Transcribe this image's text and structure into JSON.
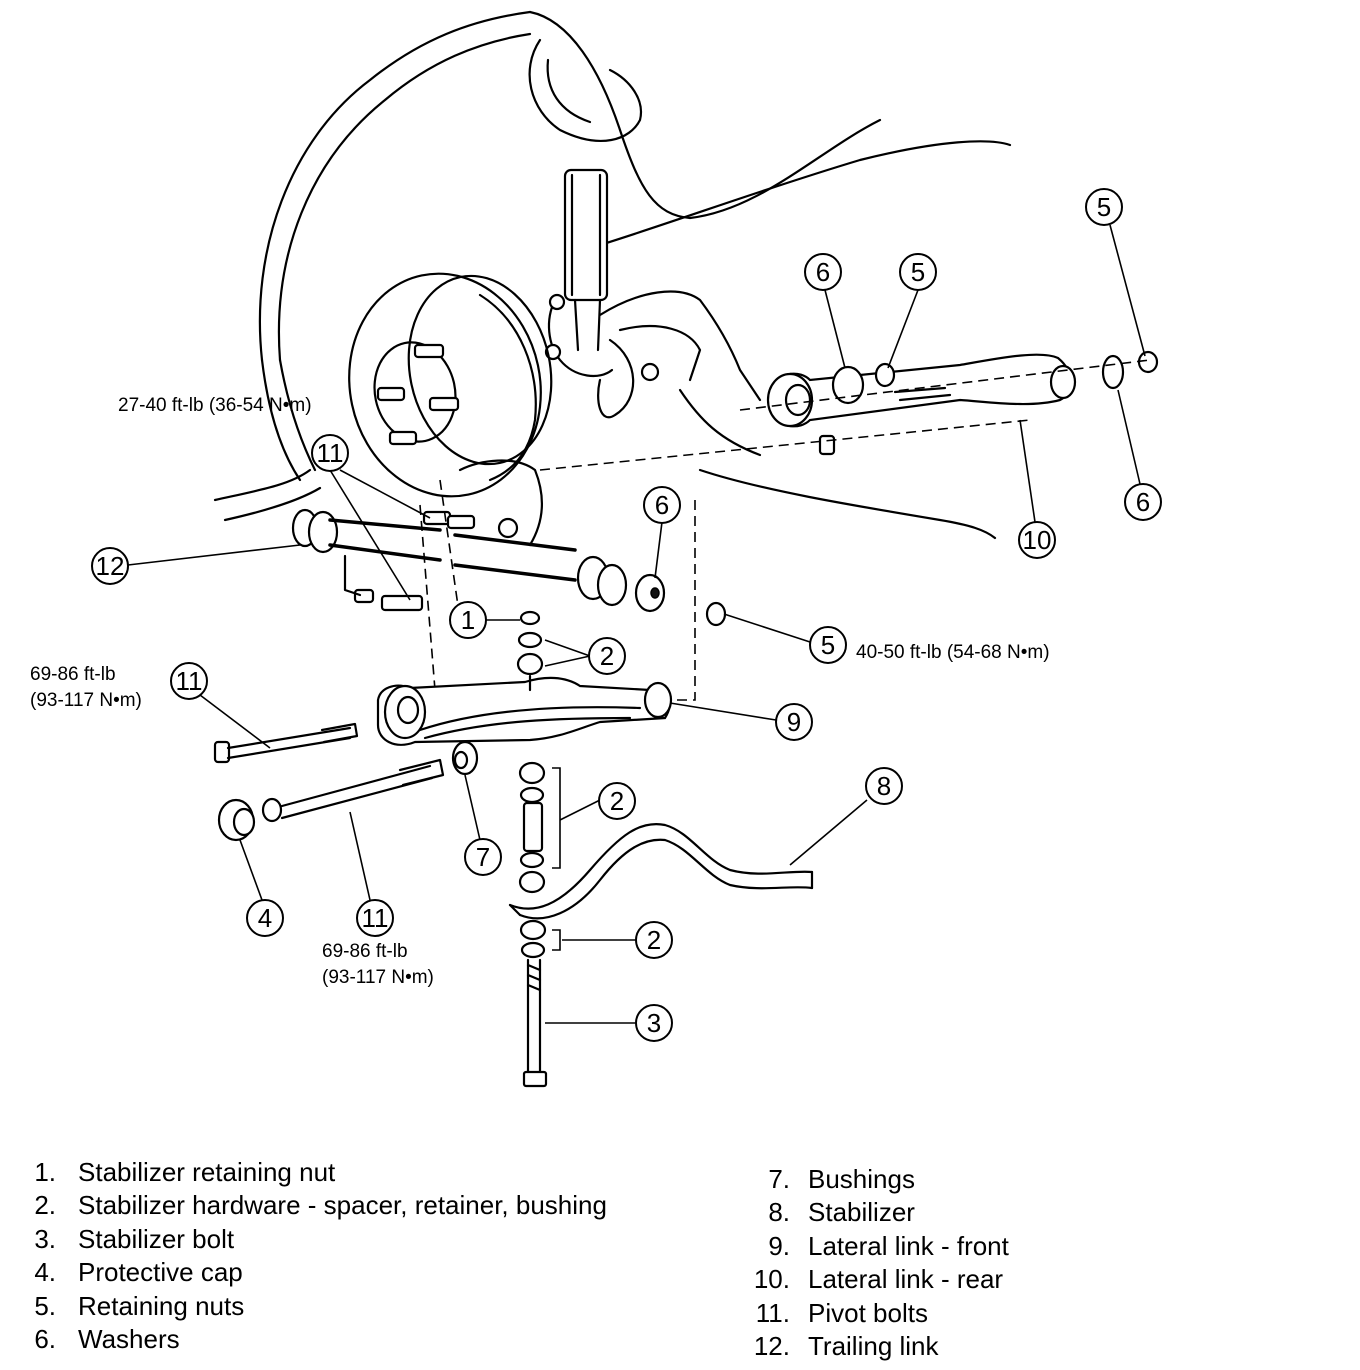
{
  "torque_specs": {
    "strut_bolts": "27-40 ft-lb (36-54 N•m)",
    "rear_nut": "40-50 ft-lb (54-68 N•m)",
    "pivot_upper_line1": "69-86 ft-lb",
    "pivot_upper_line2": "(93-117 N•m)",
    "pivot_lower_line1": "69-86 ft-lb",
    "pivot_lower_line2": "(93-117 N•m)"
  },
  "callouts": [
    {
      "id": "c-5-top",
      "num": "5"
    },
    {
      "id": "c-6-upper",
      "num": "6"
    },
    {
      "id": "c-5-upper",
      "num": "5"
    },
    {
      "id": "c-6-right",
      "num": "6"
    },
    {
      "id": "c-10",
      "num": "10"
    },
    {
      "id": "c-11-upper",
      "num": "11"
    },
    {
      "id": "c-12",
      "num": "12"
    },
    {
      "id": "c-6-mid",
      "num": "6"
    },
    {
      "id": "c-1",
      "num": "1"
    },
    {
      "id": "c-2-a",
      "num": "2"
    },
    {
      "id": "c-5-mid",
      "num": "5"
    },
    {
      "id": "c-11-left",
      "num": "11"
    },
    {
      "id": "c-9",
      "num": "9"
    },
    {
      "id": "c-8",
      "num": "8"
    },
    {
      "id": "c-2-b",
      "num": "2"
    },
    {
      "id": "c-7",
      "num": "7"
    },
    {
      "id": "c-4",
      "num": "4"
    },
    {
      "id": "c-11-lower",
      "num": "11"
    },
    {
      "id": "c-2-c",
      "num": "2"
    },
    {
      "id": "c-3",
      "num": "3"
    }
  ],
  "legend": {
    "left": [
      {
        "num": "1.",
        "label": "Stabilizer retaining nut"
      },
      {
        "num": "2.",
        "label": "Stabilizer hardware - spacer, retainer, bushing"
      },
      {
        "num": "3.",
        "label": "Stabilizer bolt"
      },
      {
        "num": "4.",
        "label": "Protective cap"
      },
      {
        "num": "5.",
        "label": "Retaining nuts"
      },
      {
        "num": "6.",
        "label": "Washers"
      }
    ],
    "right": [
      {
        "num": "7.",
        "label": "Bushings"
      },
      {
        "num": "8.",
        "label": "Stabilizer"
      },
      {
        "num": "9.",
        "label": "Lateral link - front"
      },
      {
        "num": "10.",
        "label": "Lateral link - rear"
      },
      {
        "num": "11.",
        "label": "Pivot bolts"
      },
      {
        "num": "12.",
        "label": "Trailing link"
      }
    ]
  }
}
